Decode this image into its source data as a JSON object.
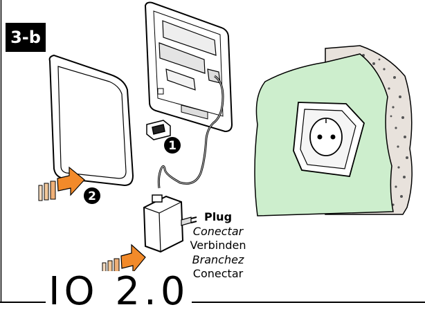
{
  "step": {
    "label": "3-b"
  },
  "callouts": {
    "one": "1",
    "two": "2"
  },
  "connect": {
    "lines": [
      "Plug",
      "Conectar",
      "Verbinden",
      "Branchez",
      "Conectar"
    ]
  },
  "brand": {
    "name": "IO 2.0"
  },
  "colors": {
    "wall": "#cdeecd",
    "arrow": "#f28a2a",
    "ink": "#000000",
    "badge_bg": "#000000"
  }
}
